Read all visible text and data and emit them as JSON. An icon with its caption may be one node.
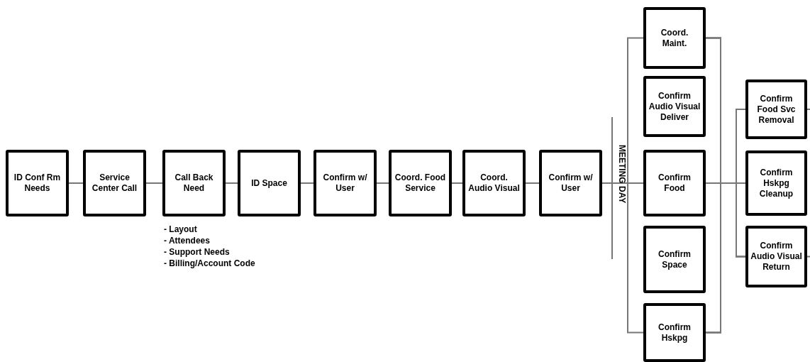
{
  "diagram": {
    "nodes": [
      {
        "text": [
          "ID Conf Rm Needs"
        ]
      },
      {
        "text": [
          "Service Center Call"
        ]
      },
      {
        "text": [
          "Call Back Need"
        ],
        "beside": [
          "- Layout",
          "- Attendees",
          "- Support Needs",
          "- Billing/Account Code"
        ]
      },
      {
        "text": [
          "ID Space"
        ]
      },
      {
        "text": [
          "Confirm w/ User"
        ]
      },
      {
        "text": [
          "Coord. Food Service"
        ]
      },
      {
        "text": [
          "Coord. Audio Visual"
        ]
      },
      {
        "text": [
          "Confirm w/ User"
        ]
      },
      {
        "text": [
          "Coord. Maint."
        ]
      },
      {
        "text": [
          "Confirm Audio Visual Deliver"
        ]
      },
      {
        "text": [
          "Confirm Food"
        ]
      },
      {
        "text": [
          "Confirm Space"
        ]
      },
      {
        "text": [
          "Confirm Hskpg"
        ]
      },
      {
        "text": [
          "Confirm Food Svc Removal"
        ]
      },
      {
        "text": [
          "Confirm Hskpg Cleanup"
        ]
      },
      {
        "text": [
          "Confirm Audio Visual Return"
        ]
      }
    ],
    "edges": [
      {
        "from": 0,
        "to": 1,
        "arrow": "none"
      },
      {
        "from": 1,
        "to": 2,
        "arrow": "none"
      },
      {
        "from": 2,
        "to": 3,
        "arrow": "none"
      },
      {
        "from": 3,
        "to": 4,
        "arrow": "none"
      },
      {
        "from": 4,
        "to": 5,
        "arrow": "none"
      },
      {
        "from": 5,
        "to": 6,
        "arrow": "none"
      },
      {
        "from": 6,
        "to": 7,
        "arrow": "none"
      },
      {
        "from": 7,
        "to": 8,
        "arrow": "none"
      },
      {
        "from": 7,
        "to": 10,
        "arrow": "none"
      },
      {
        "from": 7,
        "to": 12,
        "arrow": "none"
      },
      {
        "from": 8,
        "to": 13,
        "arrow": "none"
      },
      {
        "from": 8,
        "to": 14,
        "arrow": "none"
      },
      {
        "from": 8,
        "to": 15,
        "arrow": "none"
      },
      {
        "from": 10,
        "to": 13,
        "arrow": "none"
      },
      {
        "from": 10,
        "to": 14,
        "arrow": "none"
      },
      {
        "from": 10,
        "to": 15,
        "arrow": "none"
      },
      {
        "from": 12,
        "to": 13,
        "arrow": "none"
      },
      {
        "from": 12,
        "to": 14,
        "arrow": "none"
      },
      {
        "from": 12,
        "to": 15,
        "arrow": "none"
      },
      {
        "from": 13,
        "to": null,
        "arrow": "none"
      },
      {
        "from": 15,
        "to": null,
        "arrow": "none"
      }
    ],
    "labels": [
      "MEETING DAY"
    ]
  }
}
